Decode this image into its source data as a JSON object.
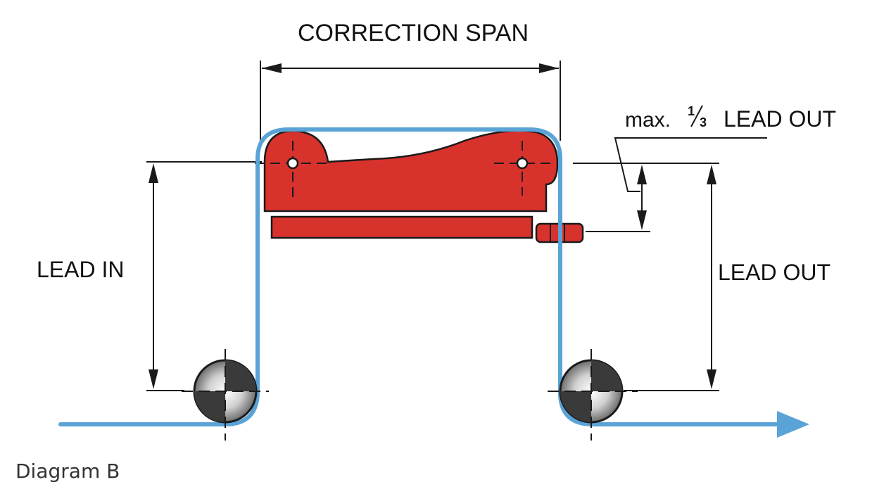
{
  "labels": {
    "correction_span": "CORRECTION SPAN",
    "max_prefix": "max.",
    "fraction_num": "1",
    "fraction_den": "3",
    "max_suffix": "LEAD OUT",
    "lead_in": "LEAD IN",
    "lead_out": "LEAD OUT"
  },
  "caption": "Diagram B",
  "colors": {
    "web": "#5aa3d6",
    "guide_body": "#d8322d",
    "outline": "#1a1a1a",
    "roller_dark": "#2a2a2a",
    "roller_light": "#e8e8e8"
  }
}
